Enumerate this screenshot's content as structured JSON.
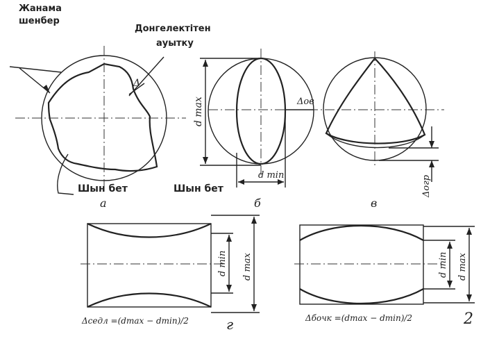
{
  "labels": {
    "tangent_circle": [
      "Жанама",
      "шенбер"
    ],
    "roundness_deviation": [
      "Донгелектітен",
      "ауытку"
    ],
    "real_surface_a": "Шын бет",
    "real_surface_b": "Шын бет"
  },
  "dims": {
    "delta": "Δ",
    "d_max": "d max",
    "d_min": "d min",
    "delta_ov": "Δов",
    "delta_ogr": "Δогр"
  },
  "panel_letters": {
    "a": "а",
    "b": "б",
    "v": "в",
    "g1": "г",
    "g2": "2"
  },
  "formulas": {
    "saddle": "Δседл =(dmax − dmin)/2",
    "barrel": "Δбочк =(dmax − dmin)/2"
  }
}
